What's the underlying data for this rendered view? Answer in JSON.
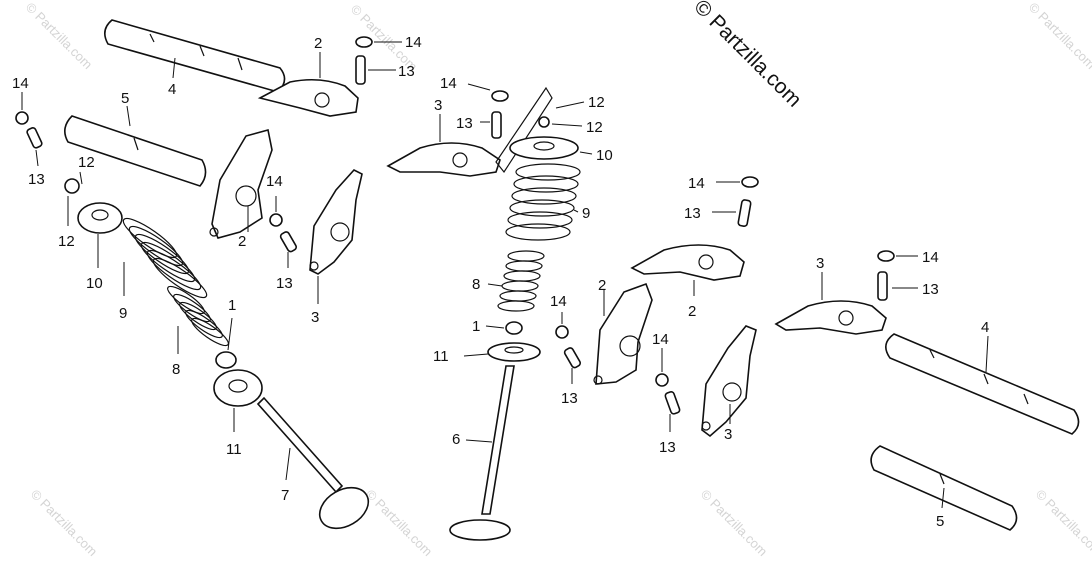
{
  "watermark": "© Partzilla.com",
  "copyright": "© Partzilla.com",
  "callouts": {
    "left": {
      "n14": "14",
      "n13": "13",
      "n12a": "12",
      "n12b": "12",
      "n10": "10",
      "n9": "9",
      "n8": "8",
      "n1": "1",
      "n11": "11",
      "n7": "7",
      "n5": "5",
      "n4": "4",
      "n2a": "2",
      "n2b": "2",
      "n14b": "14",
      "n13b": "13",
      "n3": "3",
      "n13c": "13",
      "n14c": "14"
    },
    "center": {
      "n3": "3",
      "n14": "14",
      "n13": "13",
      "n12a": "12",
      "n12b": "12",
      "n10": "10",
      "n9": "9",
      "n8": "8",
      "n1": "1",
      "n11": "11",
      "n6": "6",
      "n14b": "14",
      "n13b": "13"
    },
    "right": {
      "n14": "14",
      "n13": "13",
      "n2a": "2",
      "n2b": "2",
      "n14b": "14",
      "n13b": "13",
      "n3a": "3",
      "n3b": "3",
      "n14c": "14",
      "n13c": "13",
      "n4": "4",
      "n5": "5"
    }
  }
}
